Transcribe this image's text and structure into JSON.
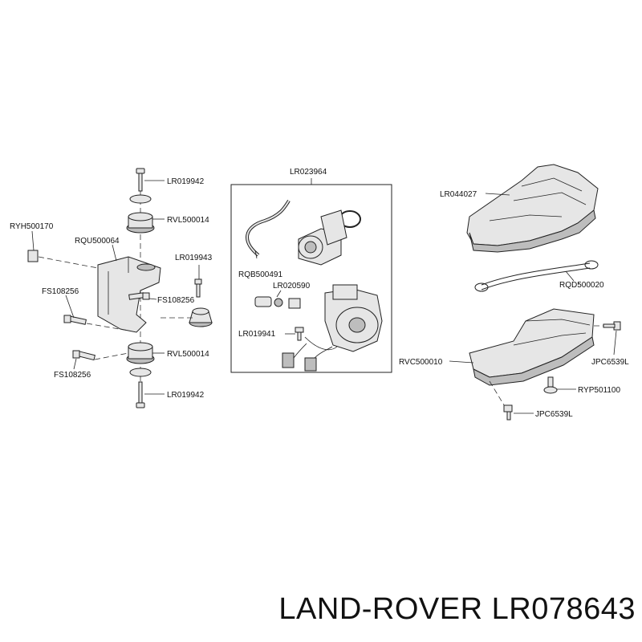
{
  "callouts": {
    "lr019942_top": "LR019942",
    "rvl500014_top": "RVL500014",
    "ryh500170": "RYH500170",
    "rqu500064": "RQU500064",
    "lr019943": "LR019943",
    "fs108256_a": "FS108256",
    "fs108256_b": "FS108256",
    "rvl500014_bottom": "RVL500014",
    "fs108256_c": "FS108256",
    "lr019942_bottom": "LR019942",
    "lr023964": "LR023964",
    "rqb500491": "RQB500491",
    "lr020590": "LR020590",
    "lr019941": "LR019941",
    "lr044027": "LR044027",
    "rqd500020": "RQD500020",
    "rvc500010": "RVC500010",
    "jpc6539l_a": "JPC6539L",
    "ryp501100": "RYP501100",
    "jpc6539l_b": "JPC6539L"
  },
  "caption": "LAND-ROVER LR078643"
}
